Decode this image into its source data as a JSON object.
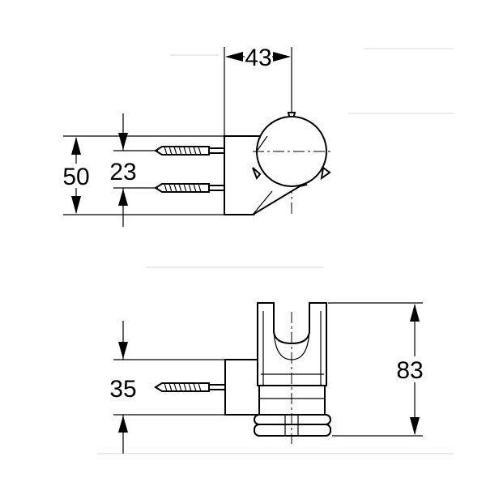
{
  "drawing": {
    "side_view": {
      "dim_width": "43",
      "dim_height_total": "50",
      "dim_screw_spacing": "23"
    },
    "front_view": {
      "dim_screw_to_base": "35",
      "dim_height_total": "83"
    }
  }
}
